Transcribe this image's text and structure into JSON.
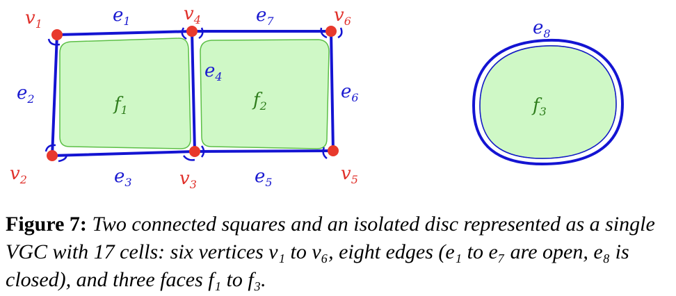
{
  "diagram": {
    "vertices": [
      {
        "name": "v",
        "sub": "1"
      },
      {
        "name": "v",
        "sub": "2"
      },
      {
        "name": "v",
        "sub": "3"
      },
      {
        "name": "v",
        "sub": "4"
      },
      {
        "name": "v",
        "sub": "5"
      },
      {
        "name": "v",
        "sub": "6"
      }
    ],
    "edges": [
      {
        "name": "e",
        "sub": "1"
      },
      {
        "name": "e",
        "sub": "2"
      },
      {
        "name": "e",
        "sub": "3"
      },
      {
        "name": "e",
        "sub": "4"
      },
      {
        "name": "e",
        "sub": "5"
      },
      {
        "name": "e",
        "sub": "6"
      },
      {
        "name": "e",
        "sub": "7"
      },
      {
        "name": "e",
        "sub": "8"
      }
    ],
    "faces": [
      {
        "name": "f",
        "sub": "1"
      },
      {
        "name": "f",
        "sub": "2"
      },
      {
        "name": "f",
        "sub": "3"
      }
    ],
    "colors": {
      "vertex": "#e8392c",
      "edge": "#1414d2",
      "face_fill": "#cff8c6",
      "face_stroke": "#5cbf46",
      "vertex_label": "#e0312b",
      "edge_label": "#1a1ad0",
      "face_label": "#2e7d1c"
    }
  },
  "caption": {
    "label": "Figure 7:",
    "text": "Two connected squares and an isolated disc represented as a single VGC with 17 cells: six vertices v₁ to v₆, eight edges (e₁ to e₇ are open, e₈ is closed), and three faces f₁ to f₃."
  }
}
